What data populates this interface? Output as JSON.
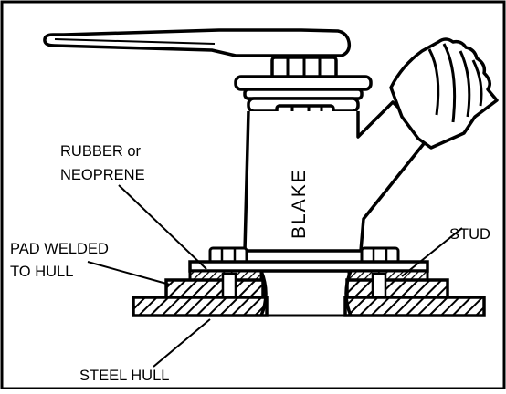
{
  "diagram": {
    "labels": {
      "rubber_line1": "RUBBER or",
      "rubber_line2": "NEOPRENE",
      "pad_line1": "PAD WELDED",
      "pad_line2": "TO HULL",
      "stud": "STUD",
      "steel_hull": "STEEL HULL",
      "brand": "BLAKE"
    },
    "colors": {
      "ink": "#000000",
      "paper": "#ffffff"
    }
  }
}
